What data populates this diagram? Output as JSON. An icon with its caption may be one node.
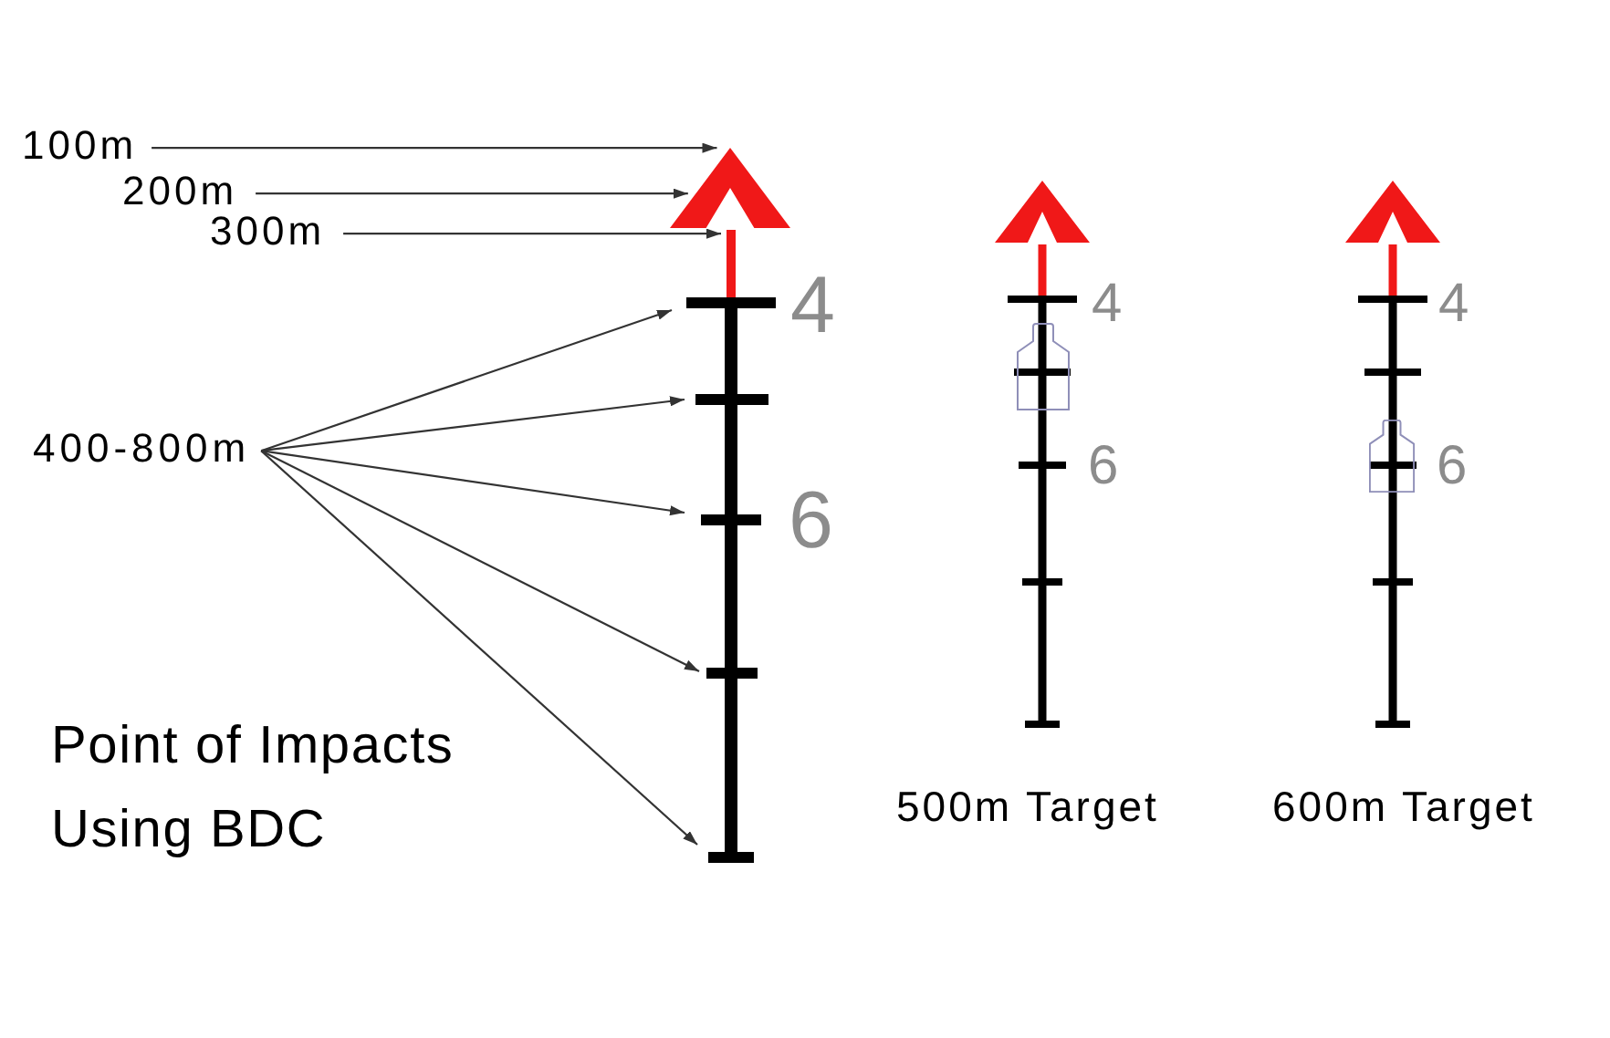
{
  "diagram": {
    "nodes": [
      {
        "text": [
          "100m"
        ]
      },
      {
        "text": [
          "200m"
        ]
      },
      {
        "text": [
          "300m"
        ]
      },
      {
        "text": [],
        "shape": "chevron"
      },
      {
        "text": [],
        "shape": "bar"
      },
      {
        "text": [
          "400-800m"
        ]
      },
      {
        "text": [],
        "shape": "bar"
      },
      {
        "text": [],
        "shape": "bar"
      },
      {
        "text": [],
        "shape": "bar"
      },
      {
        "text": [],
        "shape": "bar"
      },
      {
        "text": [],
        "shape": "bar"
      }
    ],
    "edges": [
      {
        "from": 0,
        "to": 3,
        "arrow": "to"
      },
      {
        "from": 1,
        "to": 3,
        "arrow": "to"
      },
      {
        "from": 2,
        "to": 4,
        "arrow": "to"
      },
      {
        "from": 5,
        "to": 6,
        "arrow": "to"
      },
      {
        "from": 5,
        "to": 7,
        "arrow": "to"
      },
      {
        "from": 5,
        "to": 8,
        "arrow": "to"
      },
      {
        "from": 5,
        "to": 9,
        "arrow": "to"
      },
      {
        "from": 5,
        "to": 10,
        "arrow": "to"
      }
    ],
    "labels": [
      "4",
      "6",
      "Point of Impacts Using BDC",
      "4",
      "6",
      "500m Target",
      "4",
      "6",
      "600m Target"
    ]
  }
}
